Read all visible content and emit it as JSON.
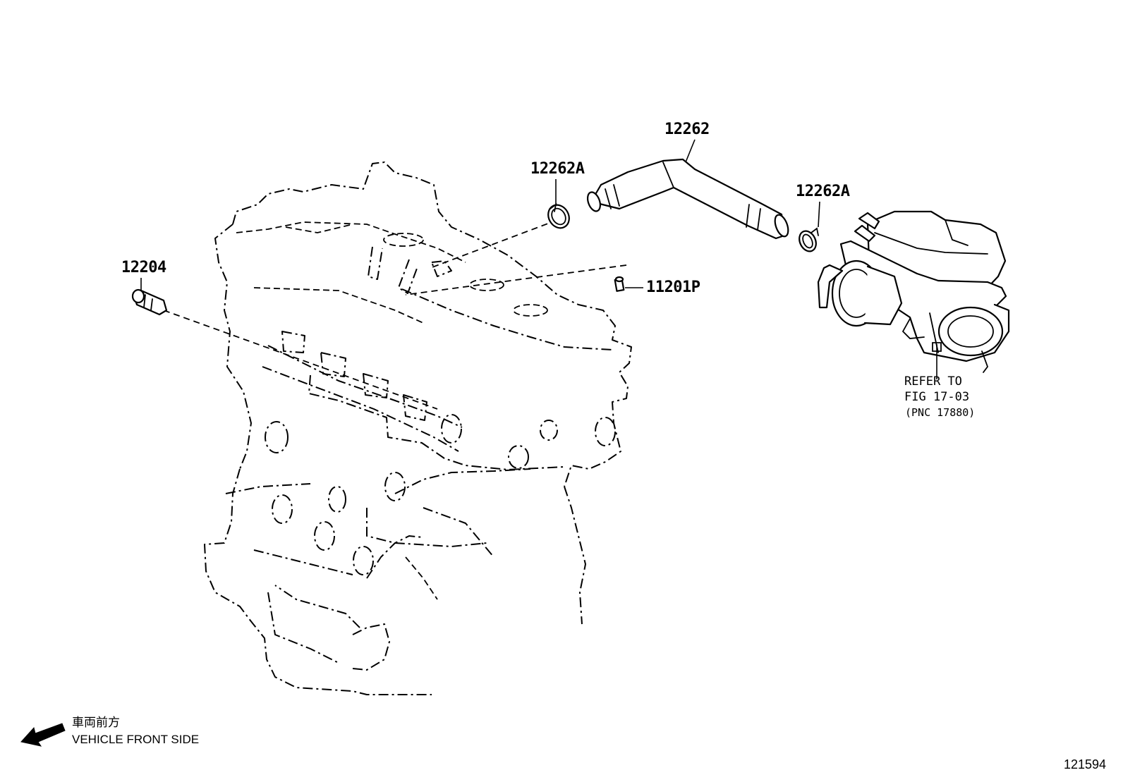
{
  "parts": {
    "p12262": "12262",
    "p12262a_left": "12262A",
    "p12262a_right": "12262A",
    "p12204": "12204",
    "p11201p": "11201P"
  },
  "reference": {
    "line1": "REFER TO",
    "line2": "FIG 17-03",
    "line3": "(PNC 17880)"
  },
  "direction": {
    "japanese": "車両前方",
    "english": "VEHICLE FRONT SIDE"
  },
  "figure_number": "121594"
}
